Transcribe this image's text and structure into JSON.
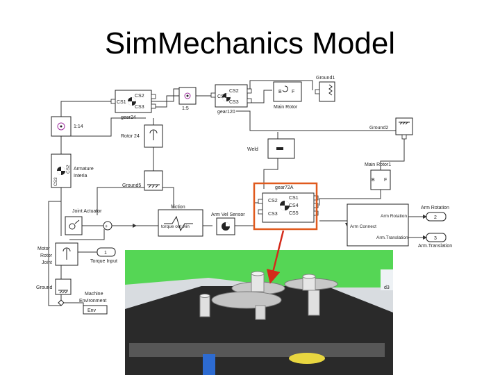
{
  "title": "SimMechanics Model",
  "blocks": {
    "ground1": "Ground1",
    "ground2": "Ground2",
    "ground3": "d3",
    "ground5": "Ground5",
    "ground": "Ground",
    "gear24": "gear24",
    "gear120": "gear120",
    "gear72a": "gear72A",
    "ratio_15": "1:5",
    "ratio_114": "1:14",
    "rotor24": "Rotor 24",
    "main_rotor": "Main Rotor",
    "main_rotor1": "Main Rotor1",
    "weld": "Weld",
    "armature": "Armature",
    "interia": "Interia",
    "joint_actuator": "Joint Actuator",
    "friction": "friction",
    "torque_block": "torque out   win",
    "arm_vel_sensor": "Arm Vel Sensor",
    "arm_rotation_block": "Arm Rotation",
    "arm_connect": "Arm Connect",
    "arm_translation_block": "Arm.Translation",
    "out_arm_rotation": "Arm Rotation",
    "out_arm_translation": "Arm.Translation",
    "out_2": "2",
    "out_3": "3",
    "motor": "Motor",
    "rotor": "Rotor",
    "joint": "Joint",
    "torque_input": "Torque Input",
    "in_1": "1",
    "machine": "Machine",
    "environment": "Environment",
    "env": "Env"
  },
  "ports": {
    "cs1": "CS1",
    "cs2": "CS2",
    "cs3": "CS3",
    "cs4": "CS4",
    "cs5": "CS5",
    "b": "B",
    "f": "F"
  },
  "colors": {
    "highlight": "#e05a1e",
    "arrow": "#d42a1a",
    "render_bg": "#d8dce0",
    "render_green": "#55d655",
    "render_table": "#2a2a2a",
    "render_gear": "#c8c8c8",
    "render_blue": "#2d6bd1",
    "render_yellow": "#e8d640"
  }
}
